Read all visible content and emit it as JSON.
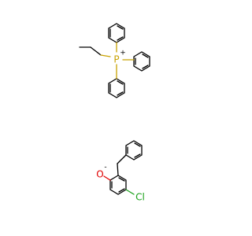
{
  "molecule": {
    "phosphonium": {
      "atom": "P",
      "charge": "+",
      "color": "#c8a200"
    },
    "phenoxide": {
      "oxygen": "O",
      "oxygen_charge": "-",
      "oxygen_color": "#e00000",
      "chlorine": "Cl",
      "chlorine_color": "#18a018"
    }
  }
}
